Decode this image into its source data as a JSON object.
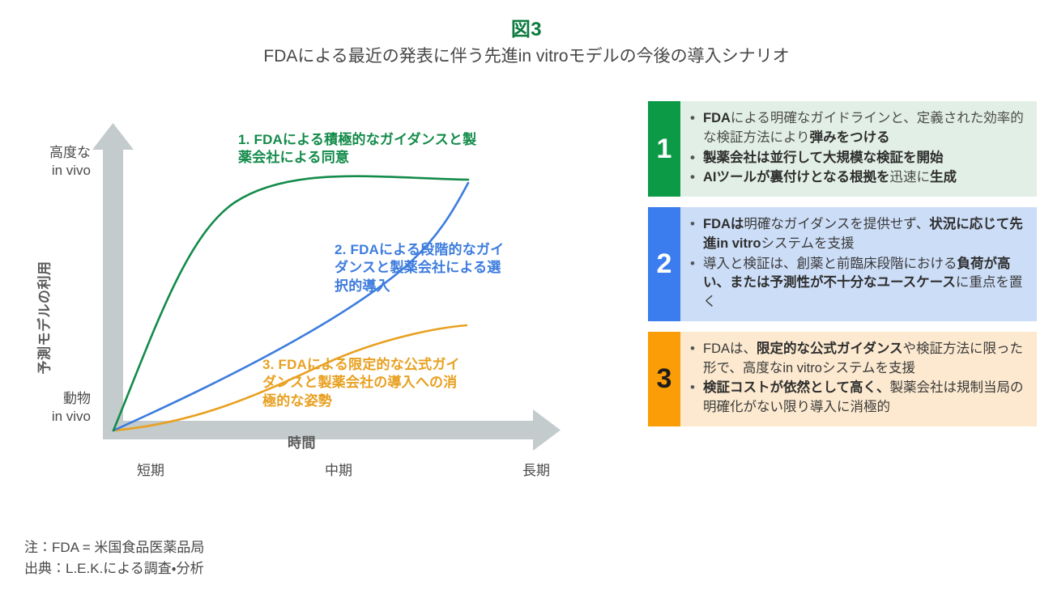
{
  "title": {
    "figure_number": "図3",
    "headline": "FDAによる最近の発表に伴う先進in vitroモデルの今後の導入シナリオ"
  },
  "chart_data": {
    "type": "line",
    "title": "FDAによる最近の発表に伴う先進in vitroモデルの今後の導入シナリオ",
    "xlabel": "時間",
    "ylabel": "予測モデルの利用",
    "x_tick_labels": [
      "短期",
      "中期",
      "長期"
    ],
    "x": [
      0,
      0.5,
      1.0
    ],
    "y_axis_low_label": "動物\nin vivo",
    "y_axis_high_label": "高度な\nin vivo",
    "ylim": [
      0,
      1
    ],
    "xlim": [
      0,
      1
    ],
    "grid": false,
    "legend": "inline-annotations",
    "series": [
      {
        "name": "1. FDAによる積極的なガイダンスと製薬会社による同意",
        "color": "#138B4A",
        "shape": "fast-saturating",
        "x": [
          0.0,
          0.08,
          0.17,
          0.25,
          0.35,
          0.45,
          0.6,
          0.75,
          1.0
        ],
        "values": [
          0.0,
          0.32,
          0.56,
          0.71,
          0.83,
          0.89,
          0.94,
          0.965,
          0.98
        ]
      },
      {
        "name": "2. FDAによる段階的なガイダンスと製薬会社による選択的導入",
        "color": "#3D7CDE",
        "shape": "gradual-concave",
        "x": [
          0.0,
          0.15,
          0.3,
          0.45,
          0.6,
          0.75,
          0.9,
          1.0
        ],
        "values": [
          0.0,
          0.18,
          0.36,
          0.52,
          0.68,
          0.81,
          0.92,
          0.98
        ]
      },
      {
        "name": "3. FDAによる限定的な公式ガイダンスと製薬会社の導入への消極的な姿勢",
        "color": "#E8A020",
        "shape": "slow-shallow",
        "x": [
          0.0,
          0.15,
          0.3,
          0.45,
          0.6,
          0.75,
          0.9,
          1.0
        ],
        "values": [
          0.0,
          0.06,
          0.14,
          0.23,
          0.33,
          0.42,
          0.48,
          0.52
        ]
      }
    ],
    "annotations": [
      {
        "id": 1,
        "text": "1. FDAによる積極的なガイダンスと製薬会社による同意",
        "color": "#138B4A"
      },
      {
        "id": 2,
        "text": "2. FDAによる段階的なガイダンスと製薬会社による選択的導入",
        "color": "#3D7CDE"
      },
      {
        "id": 3,
        "text": "3. FDAによる限定的な公式ガイダンスと製薬会社の導入への消極的な姿勢",
        "color": "#E8A020"
      }
    ]
  },
  "chart_labels": {
    "y_top": "高度な\nin vivo",
    "y_bottom": "動物\nin vivo",
    "y_title": "予測モデルの利用",
    "x_title": "時間",
    "x_ticks": [
      "短期",
      "中期",
      "長期"
    ],
    "curve_1": "1. FDAによる積極的なガイダンスと製薬会社による同意",
    "curve_2": "2. FDAによる段階的なガイダンスと製薬会社による選択的導入",
    "curve_3": "3. FDAによる限定的な公式ガイダンスと製薬会社の導入への消極的な姿勢"
  },
  "panels": [
    {
      "number": "1",
      "accent_color": "#0C9A47",
      "body_color": "#E2EFE6",
      "bullets": [
        [
          {
            "t": "FDA",
            "b": true
          },
          {
            "t": "による明確なガイドラインと、定義された効率的な検証方法により",
            "b": false
          },
          {
            "t": "弾みをつける",
            "b": true
          }
        ],
        [
          {
            "t": "製薬会社は並行して大規模な",
            "b": true
          },
          {
            "t": "検証を開始",
            "b": true
          }
        ],
        [
          {
            "t": "AIツールが裏付けとなる根拠を",
            "b": true
          },
          {
            "t": "迅速に",
            "b": false
          },
          {
            "t": "生成",
            "b": true
          }
        ]
      ]
    },
    {
      "number": "2",
      "accent_color": "#3B7DEE",
      "body_color": "#CCDDF7",
      "bullets": [
        [
          {
            "t": "FDAは",
            "b": true
          },
          {
            "t": "明確なガイダンスを提供せず、",
            "b": false
          },
          {
            "t": "状況に応じて先進in vitro",
            "b": true
          },
          {
            "t": "システムを支援",
            "b": false
          }
        ],
        [
          {
            "t": "導入と検証は、創薬と前臨床段階における",
            "b": false
          },
          {
            "t": "負荷が高い、または予測性が不十分なユースケース",
            "b": true
          },
          {
            "t": "に重点を置く",
            "b": false
          }
        ]
      ]
    },
    {
      "number": "3",
      "accent_color": "#FB9D07",
      "body_color": "#FCE9CF",
      "bullets": [
        [
          {
            "t": "FDAは、",
            "b": false
          },
          {
            "t": "限定的な公式ガイダンス",
            "b": true
          },
          {
            "t": "や検証方法に限った形で、高度なin vitroシステムを支援",
            "b": false
          }
        ],
        [
          {
            "t": "検証コストが依然として高く、",
            "b": true
          },
          {
            "t": "製薬会社は規制当局の明確化がない限り導入に消極的",
            "b": false
          }
        ]
      ]
    }
  ],
  "footnotes": {
    "note": "注：FDA = 米国食品医薬品局",
    "source": "出典：L.E.K.による調査・分析"
  },
  "colors": {
    "green": "#0C9A47",
    "blue": "#3B7DEE",
    "orange": "#FB9D07",
    "axis_gray": "#C3CBCC",
    "title_green": "#0C7A3E"
  }
}
